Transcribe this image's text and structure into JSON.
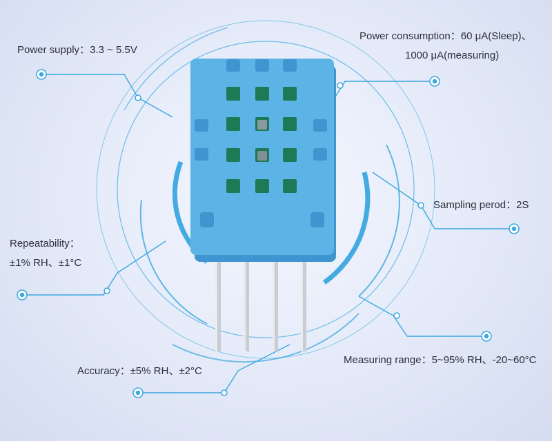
{
  "specs": {
    "power_supply": {
      "label": "Power supply",
      "value": "3.3 ~ 5.5V"
    },
    "power_consumption": {
      "label": "Power consumption",
      "value_line1": "60 μA(Sleep)、",
      "value_line2": "1000 μA(measuring)"
    },
    "sampling_period": {
      "label": "Sampling perod",
      "value": "2S"
    },
    "repeatability": {
      "label": "Repeatability",
      "value": "±1% RH、±1°C"
    },
    "accuracy": {
      "label": "Accuracy",
      "value": "±5% RH、±2°C"
    },
    "measuring_range": {
      "label": "Measuring range",
      "value": "5~95% RH、-20~60°C"
    }
  },
  "colors": {
    "accent": "#3aa7df",
    "sensor_body": "#5cb3e6",
    "sensor_shadow": "#3f95cf",
    "sensor_window": "#1e7a56",
    "pin": "#c9ccd2"
  },
  "sensor": {
    "pin_count": 4,
    "icon": "dht11-sensor-icon"
  }
}
